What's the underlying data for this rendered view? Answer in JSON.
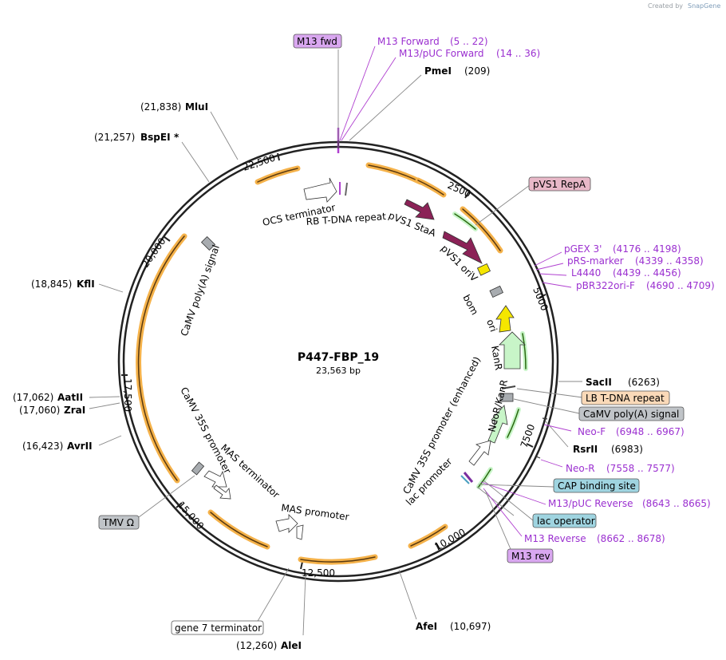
{
  "header": {
    "created_by": "Created by",
    "brand": "SnapGene"
  },
  "plasmid": {
    "name": "P447-FBP_19",
    "length": "23,563 bp"
  },
  "ticks": [
    "2500",
    "5000",
    "7500",
    "10,000",
    "12,500",
    "15,000",
    "17,500",
    "20,000",
    "22,500"
  ],
  "enzymes": {
    "pmei": {
      "name": "PmeI",
      "pos": "(209)"
    },
    "saci": {
      "name": "SacII",
      "pos": "(6263)"
    },
    "rsrii": {
      "name": "RsrII",
      "pos": "(6983)"
    },
    "afei": {
      "name": "AfeI",
      "pos": "(10,697)"
    },
    "alei": {
      "name": "AleI",
      "pos": "(12,260)"
    },
    "avrii": {
      "name": "AvrII",
      "pos": "(16,423)"
    },
    "zrai": {
      "name": "ZraI",
      "pos": "(17,060)"
    },
    "aatii": {
      "name": "AatII",
      "pos": "(17,062)"
    },
    "kfli": {
      "name": "KflI",
      "pos": "(18,845)"
    },
    "bspei": {
      "name": "BspEI",
      "star": "*",
      "pos": "(21,257)"
    },
    "mlui": {
      "name": "MluI",
      "pos": "(21,838)"
    }
  },
  "primers": {
    "m13_forward": {
      "name": "M13 Forward",
      "pos": "(5 .. 22)"
    },
    "m13puc_forward": {
      "name": "M13/pUC Forward",
      "pos": "(14 .. 36)"
    },
    "pgex3": {
      "name": "pGEX 3'",
      "pos": "(4176 .. 4198)"
    },
    "prs_marker": {
      "name": "pRS-marker",
      "pos": "(4339 .. 4358)"
    },
    "l4440": {
      "name": "L4440",
      "pos": "(4439 .. 4456)"
    },
    "pbr322ori": {
      "name": "pBR322ori-F",
      "pos": "(4690 .. 4709)"
    },
    "neo_f": {
      "name": "Neo-F",
      "pos": "(6948 .. 6967)"
    },
    "neo_r": {
      "name": "Neo-R",
      "pos": "(7558 .. 7577)"
    },
    "m13puc_reverse": {
      "name": "M13/pUC Reverse",
      "pos": "(8643 .. 8665)"
    },
    "m13_reverse": {
      "name": "M13 Reverse",
      "pos": "(8662 .. 8678)"
    }
  },
  "boxes": {
    "m13_fwd": "M13 fwd",
    "pvs1_repa": "pVS1 RepA",
    "lb_tdna": "LB T-DNA repeat",
    "camv_polya": "CaMV poly(A) signal",
    "cap_site": "CAP binding site",
    "lac_operator": "lac operator",
    "m13_rev": "M13 rev",
    "tmv": "TMV Ω",
    "gene7": "gene 7 terminator"
  },
  "features": {
    "ocs_terminator": "OCS terminator",
    "rb_tdna": "RB T-DNA repeat",
    "pvs1_staa": "pVS1 StaA",
    "pvs1_oriv": "pVS1 oriV",
    "bom": "bom",
    "ori": "ori",
    "kanr": "KanR",
    "neor_kanr": "NeoR/KanR",
    "camv35s_enh": "CaMV 35S promoter (enhanced)",
    "lac_promoter": "lac promoter",
    "mas_promoter": "MAS promoter",
    "mas_terminator": "MAS terminator",
    "camv35s_promoter": "CaMV 35S promoter",
    "camv_polya_inner": "CaMV poly(A) signal"
  },
  "colors": {
    "primer": "#9b30d0",
    "feature_purple": "#8b2257",
    "origin_yellow": "#f5e600",
    "marker_green": "#c8f5c8",
    "arc_orange": "#f5b24a",
    "box_lavender": "#d9a7f0",
    "box_pink": "#e8b8c8",
    "box_peach": "#fad9b8",
    "box_gray": "#c0c4c8",
    "box_cyan": "#9fd4e0"
  }
}
